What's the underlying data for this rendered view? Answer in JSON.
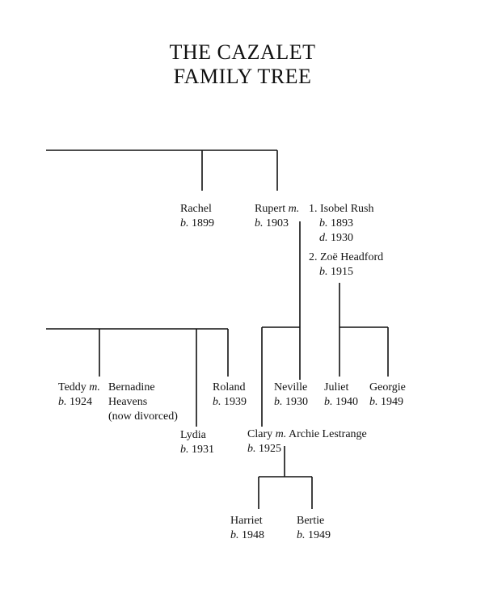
{
  "title": {
    "line1": "THE CAZALET",
    "line2": "FAMILY TREE"
  },
  "people": {
    "rachel": {
      "name": "Rachel",
      "born": "1899"
    },
    "rupert": {
      "name": "Rupert",
      "born": "1903"
    },
    "isobel": {
      "name": "1. Isobel Rush",
      "born": "1893",
      "died": "1930"
    },
    "zoe": {
      "name": "2. Zoë Headford",
      "born": "1915"
    },
    "teddy": {
      "name": "Teddy",
      "born": "1924"
    },
    "bernadine": {
      "name_line1": "Bernadine",
      "name_line2": "Heavens",
      "note": "(now divorced)"
    },
    "roland": {
      "name": "Roland",
      "born": "1939"
    },
    "neville": {
      "name": "Neville",
      "born": "1930"
    },
    "juliet": {
      "name": "Juliet",
      "born": "1940"
    },
    "georgie": {
      "name": "Georgie",
      "born": "1949"
    },
    "lydia": {
      "name": "Lydia",
      "born": "1931"
    },
    "clary": {
      "name": "Clary",
      "born": "1925"
    },
    "archie": {
      "name": "Archie Lestrange"
    },
    "harriet": {
      "name": "Harriet",
      "born": "1948"
    },
    "bertie": {
      "name": "Bertie",
      "born": "1949"
    }
  },
  "labels": {
    "married": "m.",
    "born_prefix": "b.",
    "died_prefix": "d."
  }
}
